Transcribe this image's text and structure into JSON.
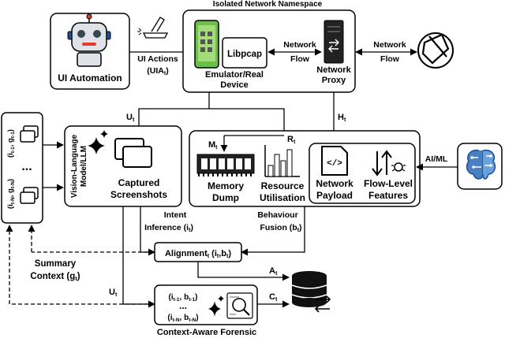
{
  "namespace_title": "Isolated Network Namespace",
  "ui_automation": "UI Automation",
  "ui_actions": [
    "UI Actions",
    "(UIA",
    "t",
    ")"
  ],
  "libpcap": "Libpcap",
  "network_flow_left": [
    "Network",
    "Flow"
  ],
  "network_flow_right": [
    "Network",
    "Flow"
  ],
  "emulator_label": [
    "Emulator/Real",
    "Device"
  ],
  "network_proxy": [
    "Network",
    "Proxy"
  ],
  "vlm_label": [
    "Vision-Language",
    "Model/LLM"
  ],
  "context_top": [
    "(i",
    "t-1",
    ", g",
    "t-1",
    ")"
  ],
  "context_bottom": [
    "(i",
    "t-N",
    ", g",
    "t-N",
    ")"
  ],
  "dots": "...",
  "captured_screenshots": [
    "Captured",
    "Screenshots"
  ],
  "memory_dump": [
    "Memory",
    "Dump"
  ],
  "resource_utilisation": [
    "Resource",
    "Utilisation"
  ],
  "network_payload": [
    "Network",
    "Payload"
  ],
  "flow_level_features": [
    "Flow-Level",
    "Features"
  ],
  "ai_ml": "AI/ML",
  "intent_inference": [
    "Intent",
    "Inference (i",
    "t",
    ")"
  ],
  "behaviour_fusion": [
    "Behaviour",
    "Fusion (b",
    "t",
    ")"
  ],
  "alignment": [
    "Alignment",
    "t",
    " (i",
    "t",
    ",b",
    "t",
    ")"
  ],
  "summary_context": [
    "Summary",
    "Context (g",
    "t",
    ")"
  ],
  "signal_u": [
    "U",
    "t"
  ],
  "signal_r": [
    "R",
    "t"
  ],
  "signal_m": [
    "M",
    "t"
  ],
  "signal_h": [
    "H",
    "t"
  ],
  "signal_a": [
    "A",
    "t"
  ],
  "signal_c": [
    "C",
    "t"
  ],
  "forensic_pair_top": [
    "(i",
    "t-1",
    ", b",
    "t-1",
    ")"
  ],
  "forensic_pair_bottom": [
    "(i",
    "t-N",
    ", b",
    "t-N",
    ")"
  ],
  "forensic_title": "Context-Aware Forensic"
}
